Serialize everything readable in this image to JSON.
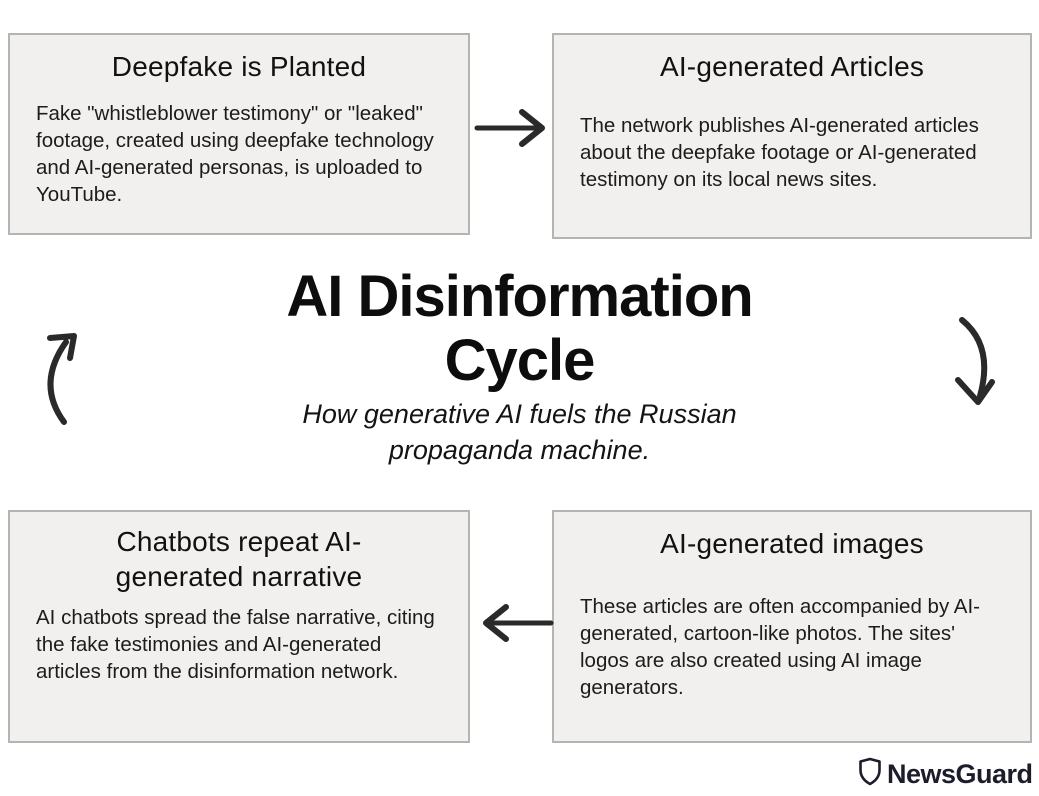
{
  "title": {
    "line1": "AI Disinformation",
    "line2": "Cycle",
    "subtitle": "How generative AI fuels the Russian propaganda machine."
  },
  "boxes": {
    "top_left": {
      "title": "Deepfake is Planted",
      "body": "Fake \"whistleblower testimony\" or \"leaked\" footage, created using deepfake technology and AI-generated personas, is uploaded to YouTube."
    },
    "top_right": {
      "title": "AI-generated Articles",
      "body": "The network publishes AI-generated articles about the deepfake footage or AI-generated testimony on its local news sites."
    },
    "bottom_left": {
      "title": "Chatbots repeat AI-generated narrative",
      "body": "AI chatbots spread the false narrative, citing the fake testimonies and AI-generated articles from the disinformation network."
    },
    "bottom_right": {
      "title": "AI-generated images",
      "body": "These articles are often accompanied by AI-generated, cartoon-like photos. The sites' logos are also created using AI image generators."
    }
  },
  "arrows": {
    "top": "right-arrow",
    "right": "curved-down-arrow",
    "bottom": "left-arrow",
    "left": "curved-up-arrow"
  },
  "branding": {
    "logo_text": "NewsGuard"
  },
  "colors": {
    "box_fill": "#f1f0ee",
    "box_border": "#b6b4b1",
    "arrow_stroke": "#2a2a2a",
    "logo_color": "#1c1c2b",
    "text_color": "#1b1b1b"
  }
}
